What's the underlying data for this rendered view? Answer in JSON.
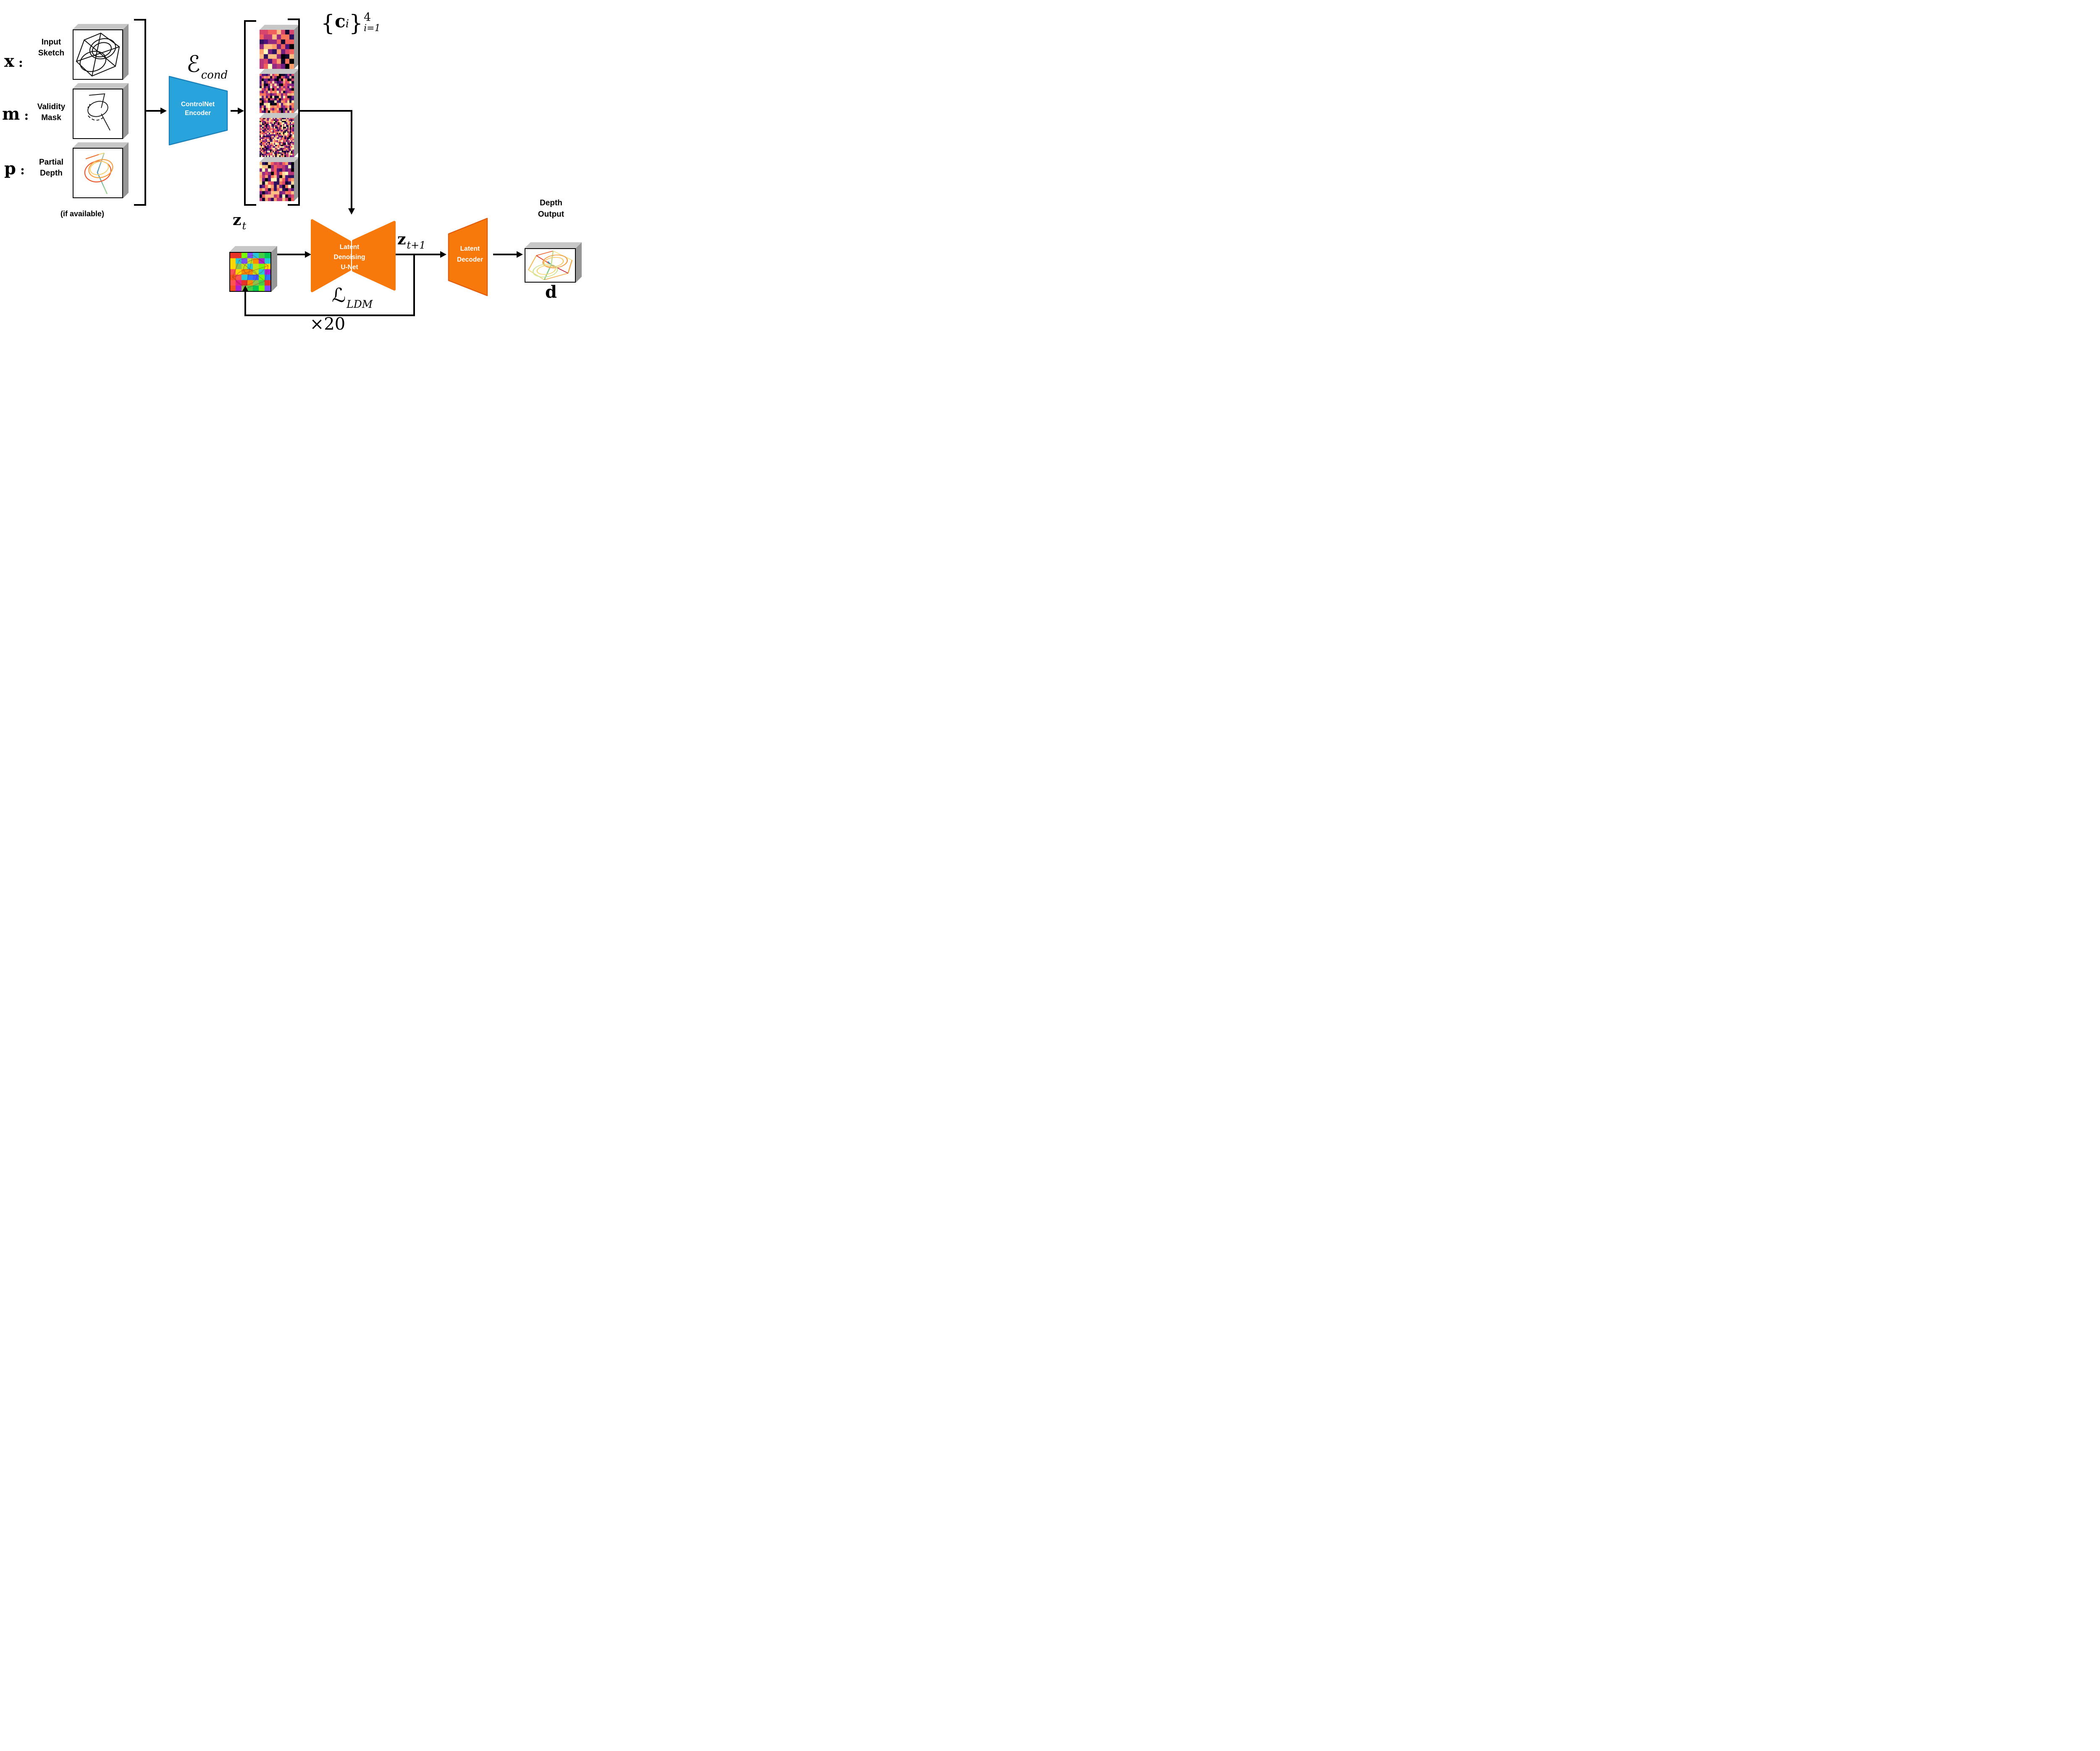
{
  "colors": {
    "accent_blue": "#29A3DC",
    "accent_blue_stroke": "#1B7FB8",
    "accent_orange": "#F8790B",
    "accent_orange_stroke": "#E25C0C",
    "cube_top_gray": "#C7C7C7",
    "cube_side_gray": "#969696",
    "line_black": "#000000"
  },
  "inputs": [
    {
      "symbol": "x",
      "colon": ":",
      "label_line1": "Input",
      "label_line2": "Sketch"
    },
    {
      "symbol": "m",
      "colon": ":",
      "label_line1": "Validity",
      "label_line2": "Mask"
    },
    {
      "symbol": "p",
      "colon": ":",
      "label_line1": "Partial",
      "label_line2": "Depth"
    }
  ],
  "if_available": "(if available)",
  "encoder": {
    "symbol": "ℰ",
    "symbol_sub": "cond",
    "label_line1": "ControlNet",
    "label_line2": "Encoder"
  },
  "conditions": {
    "brace_open": "{",
    "var": "c",
    "var_sub": "i",
    "brace_close": "}",
    "sup": "4",
    "sub": "i=1"
  },
  "latent_in": {
    "var": "z",
    "sub": "t"
  },
  "unet": {
    "label_line1": "Latent",
    "label_line2": "Denoising",
    "label_line3": "U-Net"
  },
  "latent_out": {
    "var": "z",
    "sub": "t+1"
  },
  "loss": {
    "symbol": "ℒ",
    "sub": "LDM"
  },
  "loop_count": "×20",
  "decoder": {
    "label_line1": "Latent",
    "label_line2": "Decoder"
  },
  "output": {
    "label_line1": "Depth",
    "label_line2": "Output",
    "symbol": "d"
  },
  "feature_maps": {
    "grids": [
      {
        "size": 8,
        "seed": 11
      },
      {
        "size": 16,
        "seed": 22
      },
      {
        "size": 26,
        "seed": 33
      },
      {
        "size": 12,
        "seed": 44
      }
    ],
    "palette": [
      "#000004",
      "#10092d",
      "#2c115f",
      "#51127c",
      "#721f81",
      "#932b80",
      "#b73779",
      "#d8456c",
      "#f1605d",
      "#f8765c",
      "#fe9f6d",
      "#febf84",
      "#fddea0",
      "#fcfdbf"
    ]
  },
  "latent_grid": {
    "size": 7,
    "seed": 7,
    "palette": [
      "#e63227",
      "#f4511e",
      "#fb8c00",
      "#ffd600",
      "#c0e218",
      "#8bc34a",
      "#43d047",
      "#00c853",
      "#26c6da",
      "#2979ff",
      "#3d5afe",
      "#7c4dff",
      "#ab1fd6",
      "#e91e8c",
      "#ff5252",
      "#76ff03"
    ]
  }
}
